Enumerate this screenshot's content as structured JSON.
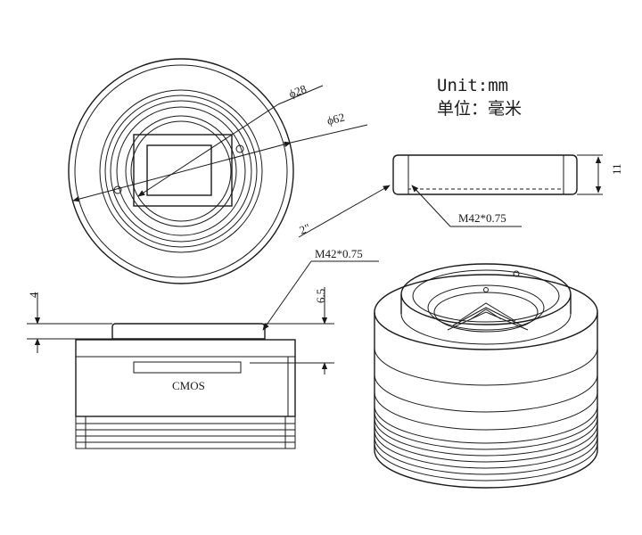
{
  "units": {
    "label_en": "Unit:mm",
    "label_cn": "单位：毫米"
  },
  "front_view": {
    "dim_inner": "ϕ28",
    "dim_outer": "ϕ62"
  },
  "adapter_ring": {
    "height_label": "11",
    "thread_label": "M42*0.75",
    "size_label": "2\""
  },
  "side_view": {
    "thread_label": "M42*0.75",
    "flange_label": "4",
    "back_focus_label": "6.5",
    "sensor_label": "CMOS"
  }
}
